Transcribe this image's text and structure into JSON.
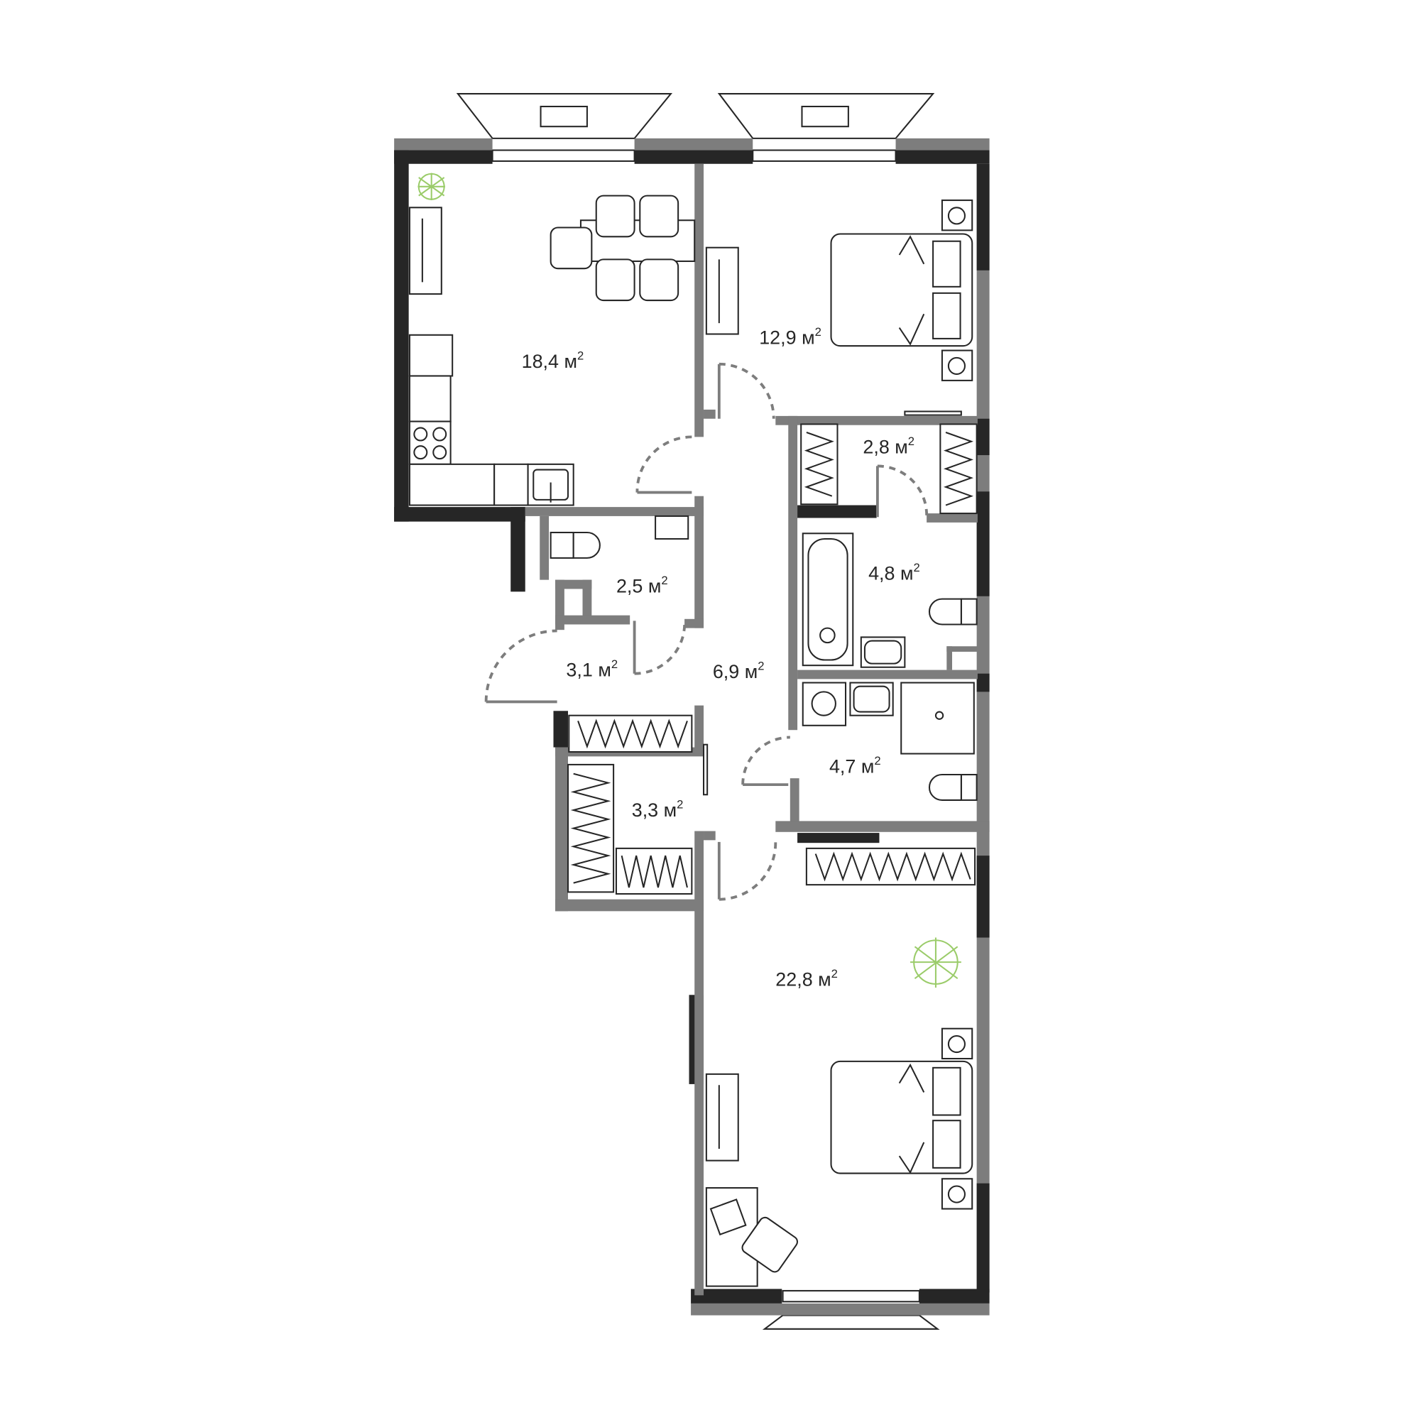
{
  "plan": {
    "unit": "м",
    "unit_exponent": "2",
    "rooms": [
      {
        "name": "kitchen-living",
        "area": "18,4"
      },
      {
        "name": "bedroom-1",
        "area": "12,9"
      },
      {
        "name": "wardrobe-1",
        "area": "2,8"
      },
      {
        "name": "toilet",
        "area": "2,5"
      },
      {
        "name": "bathroom-1",
        "area": "4,8"
      },
      {
        "name": "entrance",
        "area": "3,1"
      },
      {
        "name": "hallway",
        "area": "6,9"
      },
      {
        "name": "bathroom-2",
        "area": "4,7"
      },
      {
        "name": "wardrobe-2",
        "area": "3,3"
      },
      {
        "name": "bedroom-2",
        "area": "22,8"
      }
    ],
    "colors": {
      "exterior_wall": "#262626",
      "interior_wall": "#7d7d7d",
      "plant": "#9bcc6a"
    }
  }
}
